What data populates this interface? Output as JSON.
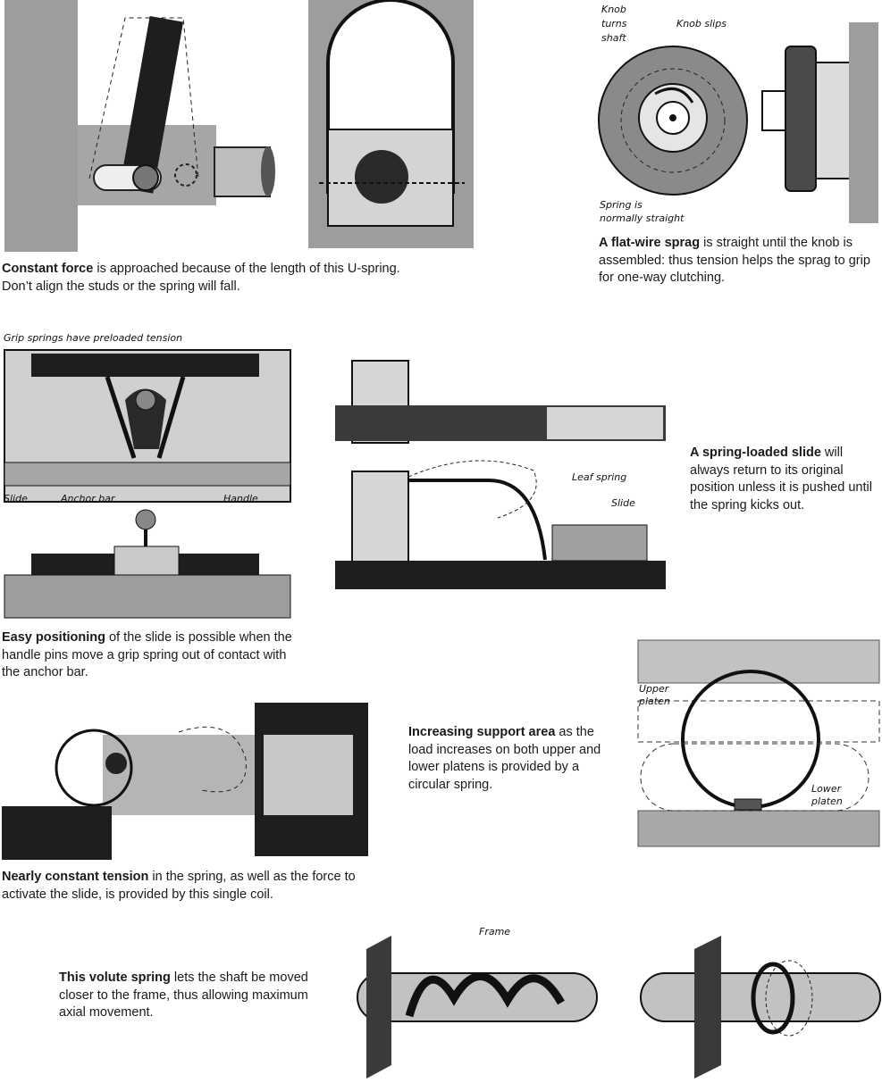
{
  "colors": {
    "metal_dark": "#1e1e1e",
    "metal_mid": "#8a8a8a",
    "metal_light": "#c8c8c8",
    "frame_gray": "#9d9d9d",
    "paper": "#ffffff"
  },
  "captions": {
    "u_spring": {
      "bold": "Constant force",
      "text": " is approached because of the length of this U-spring. Don’t align the studs or the spring will fall."
    },
    "sprag": {
      "bold": "A flat-wire sprag",
      "text": " is straight until the knob is assembled: thus tension helps the sprag to grip for one-way clutching."
    },
    "slide_loaded": {
      "bold": "A spring-loaded slide",
      "text": " will always return to its original position unless it is pushed until the spring kicks out."
    },
    "positioning": {
      "bold": "Easy positioning",
      "text": " of the slide is possible when the handle pins move a grip spring out of contact with the anchor bar."
    },
    "support_area": {
      "bold": "Increasing support area",
      "text": " as the load increases on both upper and lower platens is provided by a circular spring."
    },
    "coil": {
      "bold": "Nearly constant tension",
      "text": " in the spring, as well as the force to activate the slide, is provided by this single coil."
    },
    "volute": {
      "bold": "This volute spring",
      "text": " lets the shaft be moved closer to the frame, thus allowing maximum axial movement."
    }
  },
  "labels": {
    "knob_turns_1": "Knob",
    "knob_turns_2": "turns",
    "knob_turns_3": "shaft",
    "knob_slips": "Knob slips",
    "spring_straight_1": "Spring is",
    "spring_straight_2": "normally straight",
    "grip_springs": "Grip springs have preloaded tension",
    "slide": "Slide",
    "anchor_bar": "Anchor bar",
    "handle": "Handle",
    "leaf_spring": "Leaf spring",
    "slide_right": "Slide",
    "upper_platen_1": "Upper",
    "upper_platen_2": "platen",
    "lower_platen_1": "Lower",
    "lower_platen_2": "platen",
    "frame": "Frame"
  }
}
